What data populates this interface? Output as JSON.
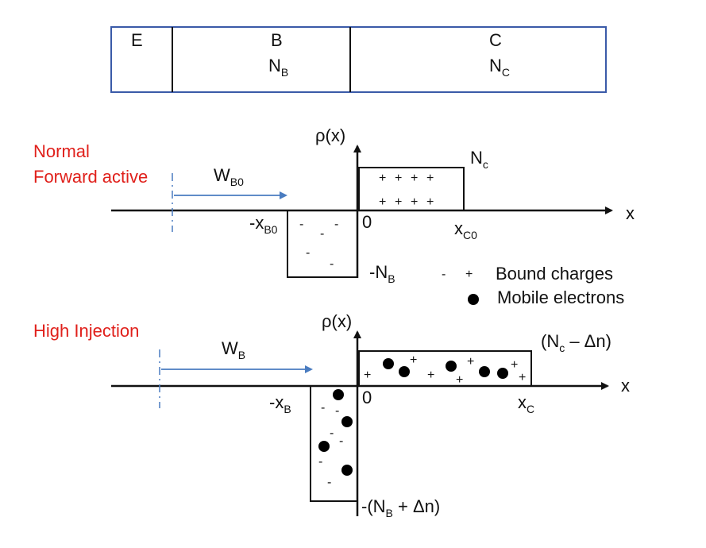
{
  "regions": {
    "emitter": {
      "label": "E"
    },
    "base": {
      "label": "B",
      "doping_main": "N",
      "doping_sub": "B"
    },
    "collector": {
      "label": "C",
      "doping_main": "N",
      "doping_sub": "C"
    }
  },
  "normal": {
    "title_line1": "Normal",
    "title_line2": "Forward active",
    "rho_label": "ρ(x)",
    "width_main": "W",
    "width_sub": "B0",
    "x_label": "x",
    "xneg_main": "-x",
    "xneg_sub": "B0",
    "zero": "0",
    "xpos_main": "x",
    "xpos_sub": "C0",
    "nc_main": "N",
    "nc_sub": "c",
    "nb_main": "-N",
    "nb_sub": "B"
  },
  "legend": {
    "minus": "-",
    "plus": "+",
    "bound": "Bound charges",
    "mobile": "Mobile electrons"
  },
  "high": {
    "title": "High Injection",
    "rho_label": "ρ(x)",
    "width_main": "W",
    "width_sub": "B",
    "x_label": "x",
    "xneg_main": "-x",
    "xneg_sub": "B",
    "zero": "0",
    "xpos_main": "x",
    "xpos_sub": "C",
    "nc_a": "(N",
    "nc_sub": "c",
    "nc_b": " – Δn)",
    "nb_a": "-(N",
    "nb_sub": "B",
    "nb_b": " + Δn)"
  },
  "colors": {
    "box_blue": "#3a5aa8",
    "arrow_blue": "#4a7cc0",
    "title_red": "#e0201b"
  }
}
